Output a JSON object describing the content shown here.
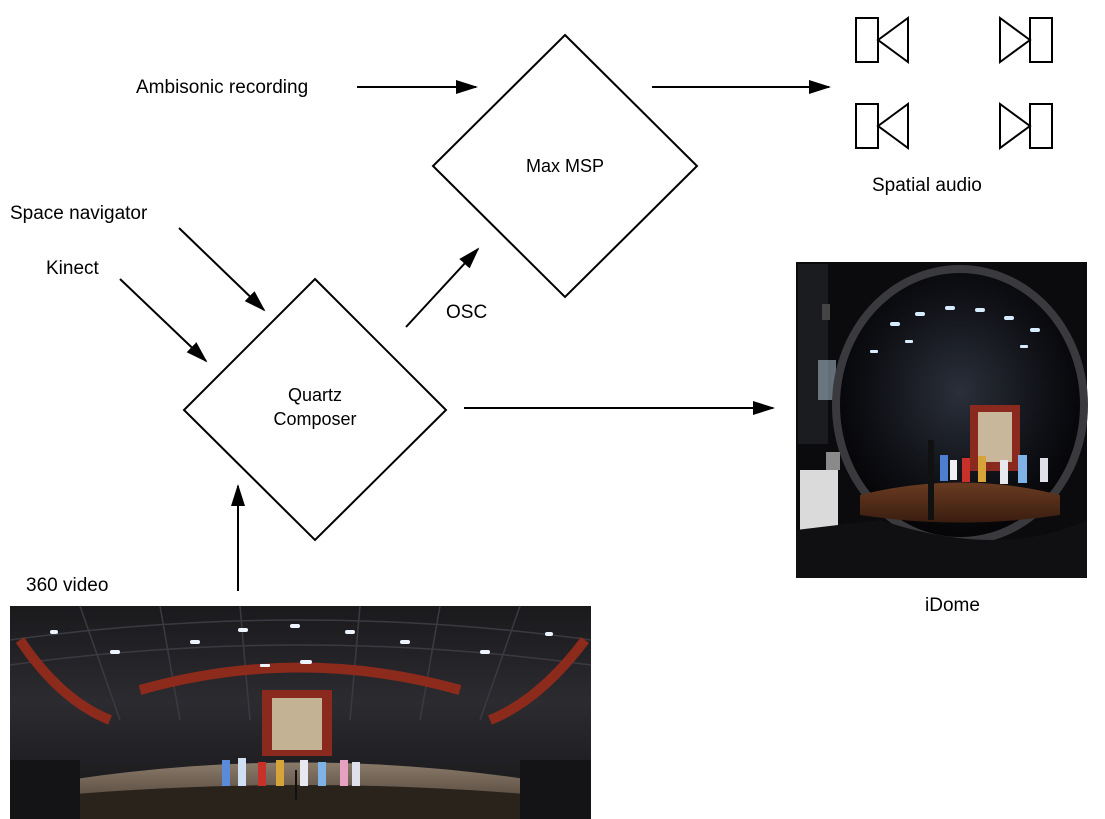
{
  "nodes": {
    "max_msp": {
      "label": "Max MSP"
    },
    "quartz": {
      "line1": "Quartz",
      "line2": "Composer"
    }
  },
  "labels": {
    "ambisonic": "Ambisonic recording",
    "space_navigator": "Space navigator",
    "kinect": "Kinect",
    "osc": "OSC",
    "spatial_audio": "Spatial audio",
    "idome": "iDome",
    "video360": "360 video"
  },
  "icons": {
    "speakers": [
      "speaker-icon",
      "speaker-icon",
      "speaker-icon",
      "speaker-icon"
    ],
    "idome_photo": "dome-projection-photo",
    "panorama_photo": "panorama-stage-photo"
  },
  "colors": {
    "line": "#000000",
    "background": "#ffffff"
  }
}
